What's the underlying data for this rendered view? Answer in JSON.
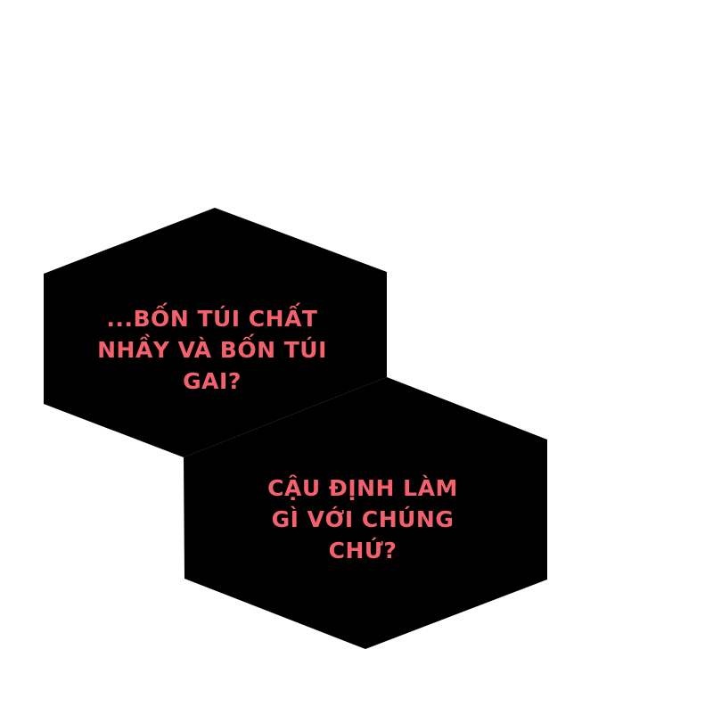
{
  "panel": {
    "background": "#ffffff",
    "bubble_color": "#000000",
    "text_color": "#f2616c"
  },
  "bubbles": [
    {
      "lines": [
        "...BỐN TÚI CHẤT",
        "NHẦY VÀ BỐN TÚI",
        "GAI?"
      ]
    },
    {
      "lines": [
        "CẬU ĐỊNH LÀM",
        "GÌ VỚI CHÚNG",
        "CHỨ?"
      ]
    }
  ]
}
